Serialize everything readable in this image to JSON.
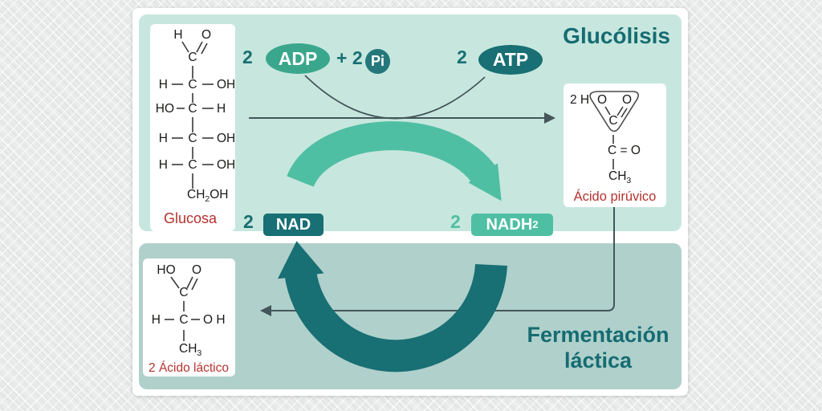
{
  "colors": {
    "dark_teal": "#186f74",
    "medium_green_teal": "#3aa78c",
    "light_teal": "#4fbfa3",
    "pi_circle_teal": "#24787c",
    "panel_glycolysis": "#c7e7de",
    "panel_fermentation": "#b0d0cb",
    "molecule_label_red": "#b5322f",
    "arrow_line_gray": "#44565a"
  },
  "glycolysis": {
    "title": "Glucólisis",
    "adp_count": "2",
    "adp_label": "ADP",
    "plus_count": "+ 2",
    "pi_label": "Pi",
    "atp_count": "2",
    "atp_label": "ATP",
    "nad_count": "2",
    "nad_label": "NAD",
    "nadh_count": "2",
    "nadh_label": "NADH",
    "nadh_sub": "2"
  },
  "fermentation": {
    "title_line1": "Fermentación",
    "title_line2": "láctica"
  },
  "glucose": {
    "top_h": "H",
    "top_o": "O",
    "c1": "C",
    "rows": [
      {
        "left": "H",
        "c": "C",
        "right": "OH"
      },
      {
        "left": "HO",
        "c": "C",
        "right": "H"
      },
      {
        "left": "H",
        "c": "C",
        "right": "OH"
      },
      {
        "left": "H",
        "c": "C",
        "right": "OH"
      }
    ],
    "tail_main": "CH",
    "tail_sub": "2",
    "tail_rest": "OH",
    "label": "Glucosa"
  },
  "pyruvate": {
    "prefix": "2 H",
    "o_left": "O",
    "o_right": "O",
    "c1": "C",
    "keto": "C = O",
    "methyl_main": "CH",
    "methyl_sub": "3",
    "label": "Ácido pirúvico"
  },
  "lactate": {
    "ho": "HO",
    "o": "O",
    "c1": "C",
    "row_left": "H",
    "row_c": "C",
    "row_right": "O H",
    "methyl_main": "CH",
    "methyl_sub": "3",
    "label": "2 Ácido láctico"
  }
}
